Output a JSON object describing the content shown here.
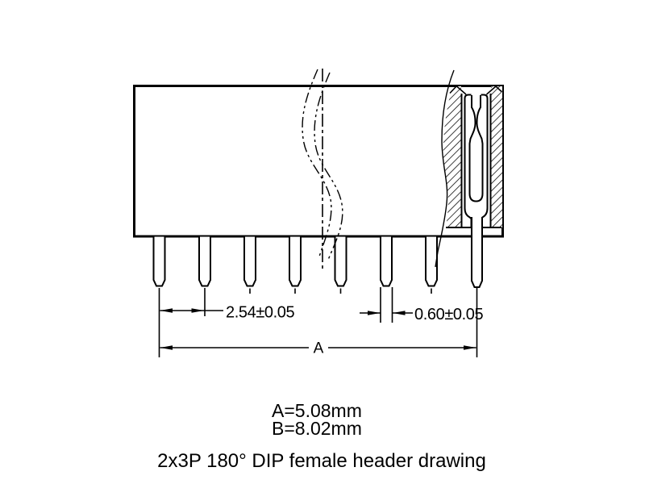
{
  "caption": "2x3P 180° DIP female header drawing",
  "notes": {
    "a": "A=5.08mm",
    "b": "B=8.02mm"
  },
  "dimensions": {
    "pin_pitch": "2.54±0.05",
    "pin_width": "0.60±0.05",
    "overall_label": "A"
  },
  "colors": {
    "line": "#000000",
    "background": "#ffffff"
  }
}
